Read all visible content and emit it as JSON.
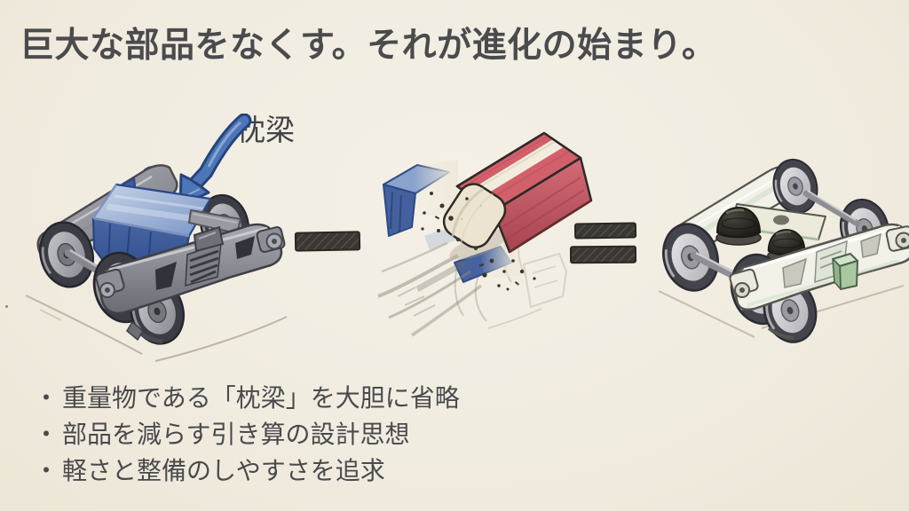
{
  "slide": {
    "title": "巨大な部品をなくす。それが進化の始まり。",
    "callout": {
      "label": "枕梁"
    },
    "equation": {
      "minus_symbol": "−",
      "equals_symbol": "＝",
      "left_illustration": "pencil-sketch-bogie-with-blue-bolster",
      "middle_illustration": "red-white-eraser-erasing-blue-bolster",
      "right_illustration": "pencil-sketch-bolsterless-bogie-with-rubber-springs"
    },
    "bullets": [
      {
        "marker": "・",
        "text": "重量物である「枕梁」を大胆に省略"
      },
      {
        "marker": "・",
        "text": "部品を減らす引き算の設計思想"
      },
      {
        "marker": "・",
        "text": "軽さと整備のしやすさを追求"
      }
    ],
    "colors": {
      "paper_background": "#f1ece0",
      "title_text": "#4b4b4e",
      "body_text": "#4a4a4d",
      "bolster_blue": "#44619e",
      "bolster_blue_light": "#aebfde",
      "arrow_blue": "#4c76b8",
      "eraser_red": "#d2606b",
      "eraser_body": "#ece4d1",
      "pencil_gray": "#55555c",
      "accent_green": "#a9c8a0",
      "operator_dark": "#3b3834"
    }
  }
}
